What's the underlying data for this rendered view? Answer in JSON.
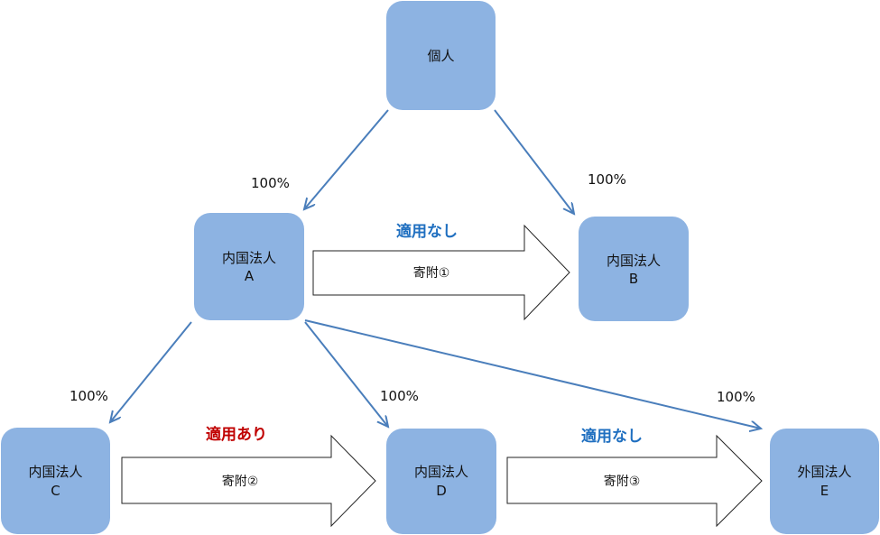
{
  "colors": {
    "box_fill": "#8db3e2",
    "connector": "#4a7ebb",
    "block_arrow_fill": "#ffffff",
    "block_arrow_stroke": "#222222",
    "not_applicable": "#1f6fc0",
    "applicable": "#c00000"
  },
  "entities": {
    "individual": {
      "line1": "個人"
    },
    "a": {
      "line1": "内国法人",
      "line2": "A"
    },
    "b": {
      "line1": "内国法人",
      "line2": "B"
    },
    "c": {
      "line1": "内国法人",
      "line2": "C"
    },
    "d": {
      "line1": "内国法人",
      "line2": "D"
    },
    "e": {
      "line1": "外国法人",
      "line2": "E"
    }
  },
  "ownership": {
    "individual_to_a": "100%",
    "individual_to_b": "100%",
    "a_to_c": "100%",
    "a_to_d": "100%",
    "a_to_e": "100%"
  },
  "donations": {
    "a_to_b": {
      "label": "寄附①",
      "status": "適用なし",
      "status_type": "not_applicable"
    },
    "c_to_d": {
      "label": "寄附②",
      "status": "適用あり",
      "status_type": "applicable"
    },
    "d_to_e": {
      "label": "寄附③",
      "status": "適用なし",
      "status_type": "not_applicable"
    }
  }
}
